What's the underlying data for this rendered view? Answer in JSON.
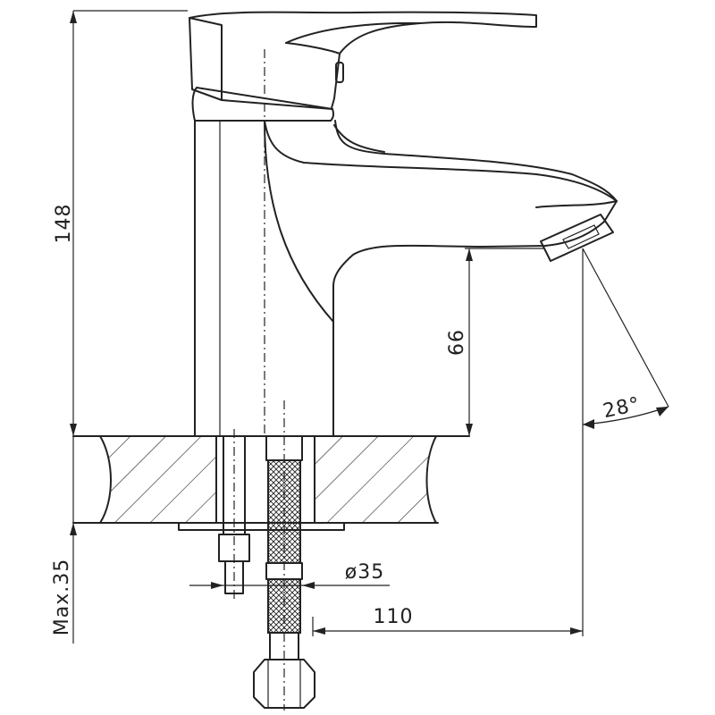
{
  "dimensions": {
    "height_total": "148",
    "spout_height": "66",
    "angle": "28°",
    "hose_diameter": "ø35",
    "reach": "110",
    "max_thickness": "Max.35"
  },
  "colors": {
    "line": "#222222",
    "background": "#ffffff"
  }
}
